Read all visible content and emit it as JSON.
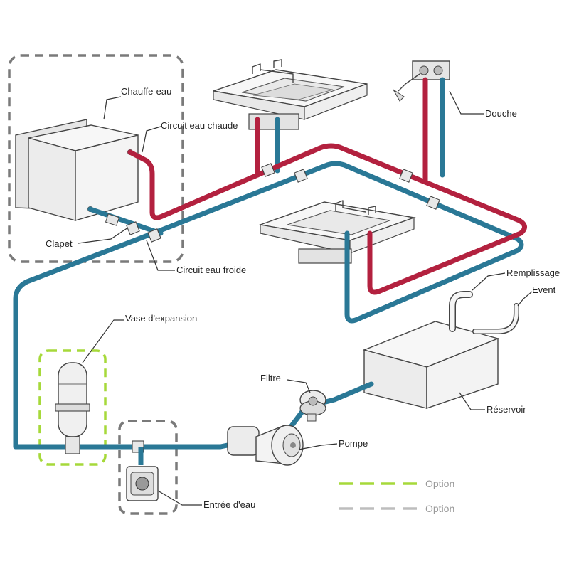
{
  "labels": {
    "chauffe_eau": "Chauffe-eau",
    "circuit_eau_chaude": "Circuit eau chaude",
    "clapet": "Clapet",
    "circuit_eau_froide": "Circuit eau froide",
    "douche": "Douche",
    "remplissage": "Remplissage",
    "event": "Event",
    "vase_expansion": "Vase d'expansion",
    "filtre": "Filtre",
    "pompe": "Pompe",
    "reservoir": "Réservoir",
    "entree_eau": "Entrée d'eau"
  },
  "legend": [
    {
      "label": "Option",
      "color": "#a6d93a",
      "style": "dashed"
    },
    {
      "label": "Option",
      "color": "#bdbdbd",
      "style": "dashed"
    }
  ],
  "colors": {
    "hot_pipe": "#b3213f",
    "cold_pipe": "#2a7896",
    "option_green": "#a6d93a",
    "option_gray": "#7a7a7a",
    "equipment_fill": "#f2f2f2",
    "outline": "#444444"
  }
}
